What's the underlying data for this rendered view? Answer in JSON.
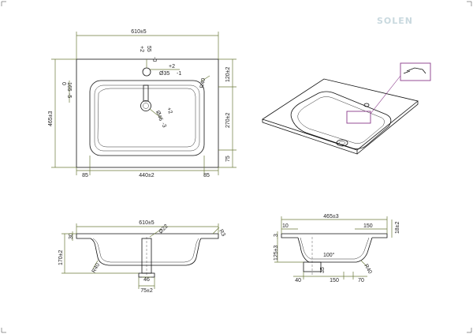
{
  "sheet": {
    "brand": "SOLEN",
    "top_view": {
      "overall_width": "610±5",
      "depth": "465±3",
      "tap_offset_plus": "+2",
      "tap_offset_value": "55",
      "tap_offset_minus": "-0",
      "tap_hole_plus": "+2",
      "tap_hole_value": "Ø35",
      "tap_hole_minus": "-1",
      "inner_top_zero": "0",
      "inner_top_value": "165",
      "inner_top_minus": "-5",
      "corner_radius": "R40",
      "drain_plus": "+2",
      "drain_value": "Ø46",
      "drain_minus": "-3",
      "right_120": "120±2",
      "right_270": "270±2",
      "right_75": "75",
      "left_margin": "85",
      "bowl_width": "440±2",
      "right_margin": "85"
    },
    "front_section": {
      "overall_width": "610±5",
      "drain_dia": "Ø22",
      "rim_radius": "R3",
      "rim_thickness": "30",
      "depth": "170±2",
      "bowl_radius": "R40",
      "outlet_dia": "46",
      "outlet_width": "75±2"
    },
    "side_section": {
      "overall_depth": "465±3",
      "rim_height": "18±2",
      "rim_step": "3",
      "front_lip": "10",
      "rear_flat": "150",
      "depth": "125±3",
      "floor_angle": "100°",
      "outlet_offset": "35",
      "bowl_radius": "R40",
      "front_40": "40",
      "mid_150": "150",
      "rear_70": "70"
    }
  }
}
